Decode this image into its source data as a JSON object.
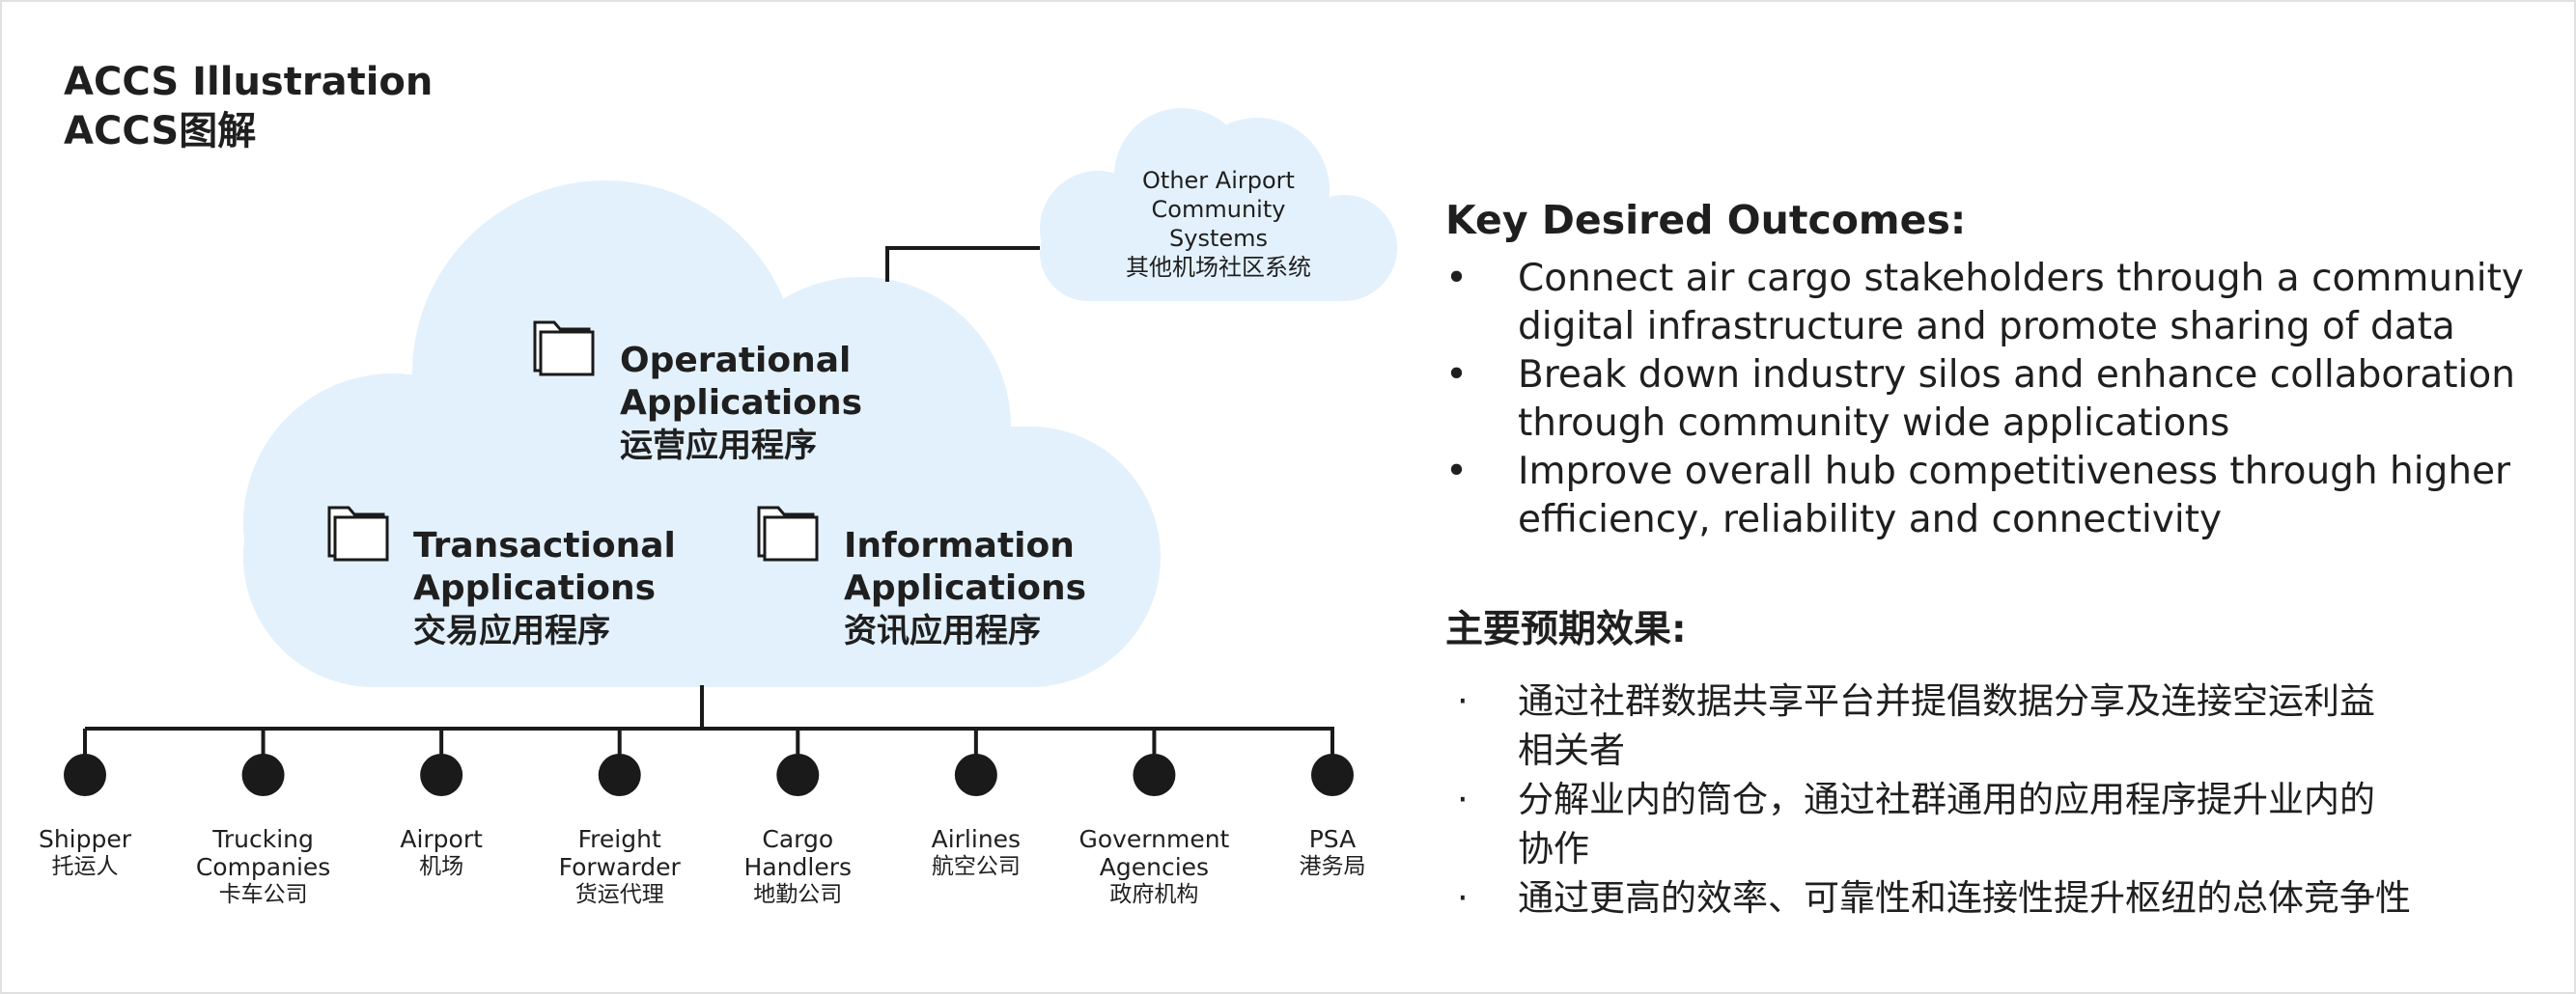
{
  "title": {
    "line1": "ACCS Illustration",
    "line2": "ACCS图解"
  },
  "colors": {
    "cloud": "#e3f1fc",
    "line": "#1a1a1a",
    "node": "#1a1a1a",
    "text": "#1f1f1f"
  },
  "cloud_apps": [
    {
      "en_line1": "Operational",
      "en_line2": "Applications",
      "zh": "运营应用程序",
      "icon": "folder-icon"
    },
    {
      "en_line1": "Transactional",
      "en_line2": "Applications",
      "zh": "交易应用程序",
      "icon": "folder-icon"
    },
    {
      "en_line1": "Information",
      "en_line2": "Applications",
      "zh": "资讯应用程序",
      "icon": "folder-icon"
    }
  ],
  "other_systems": {
    "line1": "Other Airport",
    "line2": "Community",
    "line3": "Systems",
    "zh": "其他机场社区系统"
  },
  "stakeholders": [
    {
      "en_line1": "Shipper",
      "en_line2": "",
      "zh": "托运人"
    },
    {
      "en_line1": "Trucking",
      "en_line2": "Companies",
      "zh": "卡车公司"
    },
    {
      "en_line1": "Airport",
      "en_line2": "",
      "zh": "机场"
    },
    {
      "en_line1": "Freight",
      "en_line2": "Forwarder",
      "zh": "货运代理"
    },
    {
      "en_line1": "Cargo",
      "en_line2": "Handlers",
      "zh": "地勤公司"
    },
    {
      "en_line1": "Airlines",
      "en_line2": "",
      "zh": "航空公司"
    },
    {
      "en_line1": "Government",
      "en_line2": "Agencies",
      "zh": "政府机构"
    },
    {
      "en_line1": "PSA",
      "en_line2": "",
      "zh": "港务局"
    }
  ],
  "outcomes_en": {
    "heading": "Key Desired Outcomes:",
    "bullet": "•",
    "items": [
      {
        "line1": "Connect air cargo stakeholders through a community",
        "line2": "digital infrastructure and promote sharing of data"
      },
      {
        "line1": "Break down industry silos and enhance collaboration",
        "line2": "through community wide applications"
      },
      {
        "line1": "Improve overall hub competitiveness through higher",
        "line2": "efficiency, reliability and connectivity"
      }
    ]
  },
  "outcomes_zh": {
    "heading": "主要预期效果:",
    "bullet": "·",
    "items": [
      {
        "line1": "通过社群数据共享平台并提倡数据分享及连接空运利益",
        "line2": "相关者"
      },
      {
        "line1": "分解业内的筒仓，通过社群通用的应用程序提升业内的",
        "line2": "协作"
      },
      {
        "line1": "通过更高的效率、可靠性和连接性提升枢纽的总体竞争性",
        "line2": ""
      }
    ]
  }
}
